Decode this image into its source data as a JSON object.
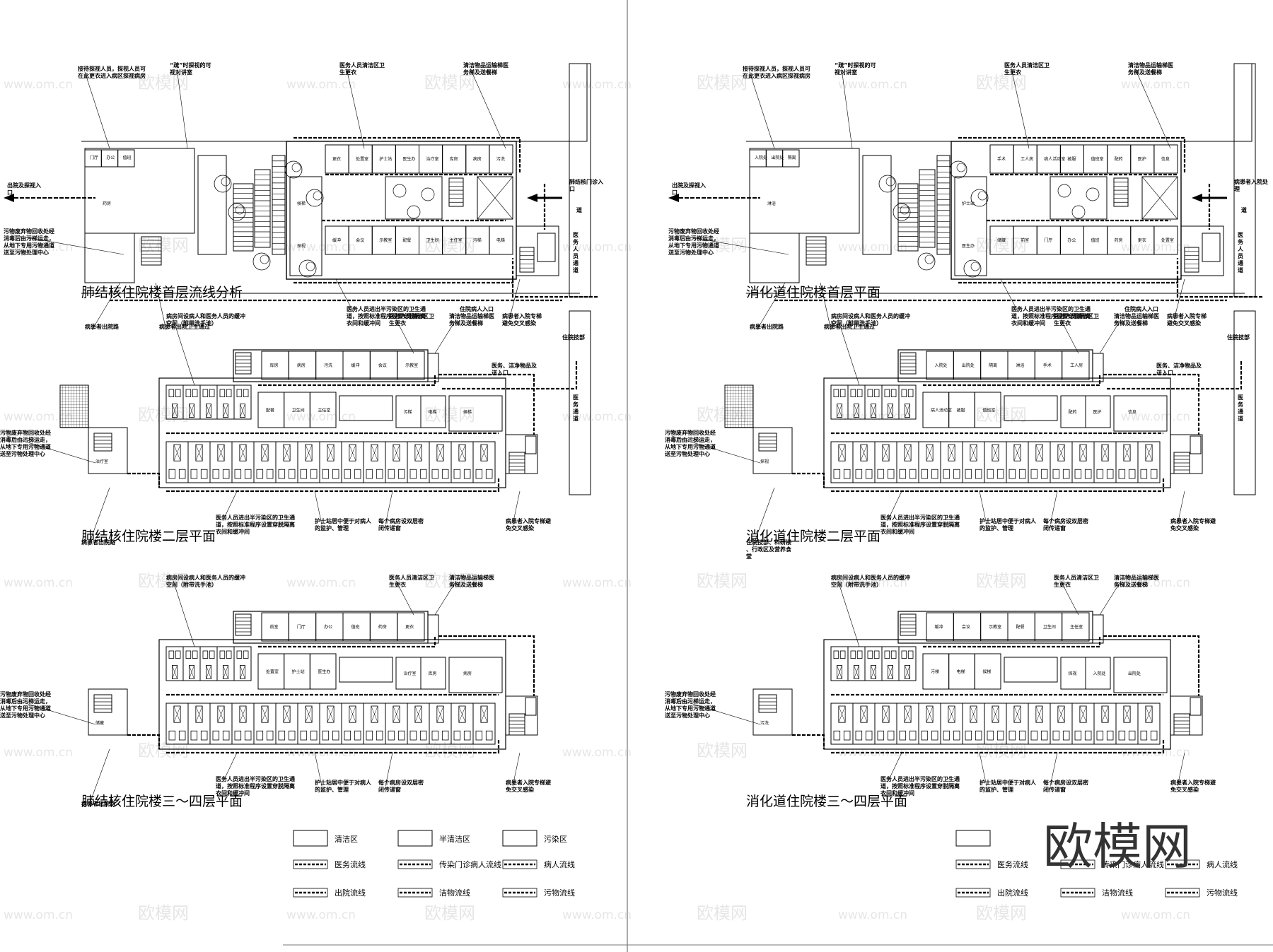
{
  "colors": {
    "ink": "#000000",
    "watermark": "#c9c9c9",
    "brand": "#333333"
  },
  "panels": [
    {
      "id": "lung-1f",
      "title": "肺结核住院楼首层流线分析",
      "notes": [
        "接待探视人员，探视人员可在此更衣进入病区探视病房",
        "“疏”时探视的可视对讲室",
        "医务人员清洁区卫生更衣",
        "清洁物品运输梯医务梯及送餐梯",
        "出院及探视入口",
        "肺结核门诊入口",
        "污物废弃物回收处经消毒后由污梯运走，从地下专用污物通道送至污物处理中心",
        "医务人员进出半污染区的卫生通道，按照标准程序设置穿脱隔离衣间和缓冲间",
        "住院病人入口",
        "病患者入院专梯避免交叉感染",
        "病患者出院路",
        "病患者出院卫生通过",
        "医务人员通道",
        "住院技部"
      ]
    },
    {
      "id": "digest-1f",
      "title": "消化道住院楼首层平面",
      "notes": [
        "接待探视人员，探视人员可在此更衣进入病区探视病房",
        "“疏”时探视的可视对讲室",
        "医务人员清洁区卫生更衣",
        "清洁物品运输梯医务梯及送餐梯",
        "出院及探视入口",
        "病患者入院处理",
        "污物废弃物回收处经消毒后由污梯运走，从地下专用污物通道送至污物处理中心",
        "医务人员进出半污染区的卫生通道，按照标准程序设置穿脱隔离衣间和缓冲间",
        "住院病人入口",
        "病患者入院专梯避免交叉感染",
        "病患者出院路",
        "病患者出院卫生通过",
        "医务人员通道",
        "住院技部"
      ]
    },
    {
      "id": "lung-2f",
      "title": "肺结核住院楼二层平面",
      "notes": [
        "病房间设病人和医务人员的缓冲空间（附带洗手池）",
        "医务人员清洁区卫生更衣",
        "清洁物品运输梯医务梯及送餐梯",
        "医务、洁净物品及送入口",
        "医务通道",
        "污物废弃物回收处经消毒后由污梯运走，从地下专用污物通道送至污物处理中心",
        "医务人员进出半污染区的卫生通道，按照标准程序设置穿脱隔离衣间和缓冲间",
        "护士站居中便于对病人的监护、管理",
        "每个病房设双层密闭传递窗",
        "病患者入院专梯避免交叉感染",
        "病患者出院路"
      ]
    },
    {
      "id": "digest-2f",
      "title": "消化道住院楼二层平面",
      "notes": [
        "病房间设病人和医务人员的缓冲空间（附带洗手池）",
        "医务人员清洁区卫生更衣",
        "清洁物品运输梯医务梯及送餐梯",
        "医务、洁净物品及送入口",
        "医务通道",
        "污物废弃物回收处经消毒后由污梯运走，从地下专用污物通道送至污物处理中心",
        "医务人员进出半污染区的卫生通道，按照标准程序设置穿脱隔离衣间和缓冲间",
        "护士站居中便于对病人的监护、管理",
        "每个病房设双层密闭传递窗",
        "病患者入院专梯避免交叉感染",
        "住院技部、科研楼、行政区及营养食堂"
      ]
    },
    {
      "id": "lung-34f",
      "title": "肺结核住院楼三～四层平面",
      "notes": [
        "病房间设病人和医务人员的缓冲空间（附带洗手池）",
        "医务人员清洁区卫生更衣",
        "清洁物品运输梯医务梯及送餐梯",
        "污物废弃物回收处经消毒后由污梯运走，从地下专用污物通道送至污物处理中心",
        "医务人员进出半污染区的卫生通道，按照标准程序设置穿脱隔离衣间和缓冲间",
        "护士站居中便于对病人的监护、管理",
        "每个病房设双层密闭传递窗",
        "病患者入院专梯避免交叉感染",
        "病患者出院路"
      ]
    },
    {
      "id": "digest-34f",
      "title": "消化道住院楼三～四层平面",
      "notes": [
        "病房间设病人和医务人员的缓冲空间（附带洗手池）",
        "医务人员清洁区卫生更衣",
        "清洁物品运输梯医务梯及送餐梯",
        "污物废弃物回收处经消毒后由污梯运走，从地下专用污物通道送至污物处理中心",
        "医务人员进出半污染区的卫生通道，按照标准程序设置穿脱隔离衣间和缓冲间",
        "护士站居中便于对病人的监护、管理",
        "每个病房设双层密闭传递窗",
        "病患者入院专梯避免交叉感染"
      ]
    }
  ],
  "rooms": [
    "门厅",
    "办公",
    "值班",
    "药房",
    "更衣",
    "处置室",
    "护士站",
    "医生办",
    "治疗室",
    "库房",
    "病房",
    "污洗",
    "缓冲",
    "会议",
    "示教室",
    "配餐",
    "卫生间",
    "主任室",
    "污梯",
    "电梯",
    "候梯",
    "探视",
    "入院处",
    "出院处",
    "隔离",
    "淋浴",
    "手术",
    "工人房",
    "病人活动室",
    "被服",
    "值班室",
    "配药",
    "医护",
    "信息",
    "储藏",
    "前室"
  ],
  "legend_left": {
    "zones": [
      "清洁区",
      "半清洁区",
      "污染区"
    ],
    "lines": [
      "医务流线",
      "传染门诊病人流线",
      "病人流线",
      "出院流线",
      "洁物流线",
      "污物流线"
    ]
  },
  "legend_right": {
    "zones": [
      ""
    ],
    "lines": [
      "医务流线",
      "传染门诊病人流线",
      "病人流线",
      "出院流线",
      "洁物流线",
      "污物流线"
    ]
  },
  "watermark": {
    "text": "欧模网",
    "url": "www.om.cn"
  },
  "brand": "欧模网"
}
